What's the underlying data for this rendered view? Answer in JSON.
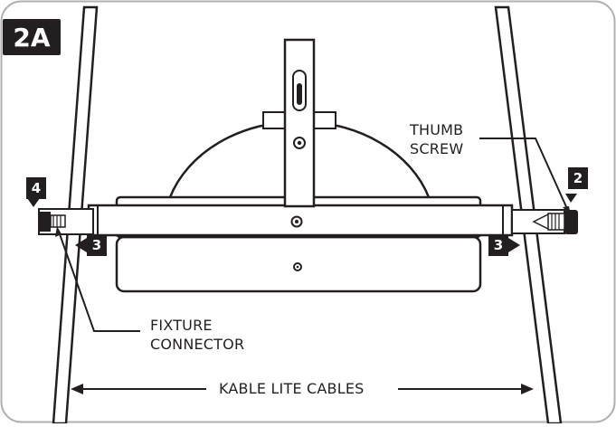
{
  "figure_label": "2A",
  "callouts": {
    "thumb_screw": {
      "line1": "THUMB",
      "line2": "SCREW"
    },
    "fixture_connector": {
      "line1": "FIXTURE",
      "line2": "CONNECTOR"
    },
    "cables": "KABLE LITE CABLES"
  },
  "steps": {
    "right_screw": "2",
    "right_slide": "3",
    "left_slide": "3",
    "left_screw": "4"
  },
  "colors": {
    "ink": "#231f20",
    "paper": "#ffffff",
    "frame": "#b0b0b0"
  }
}
